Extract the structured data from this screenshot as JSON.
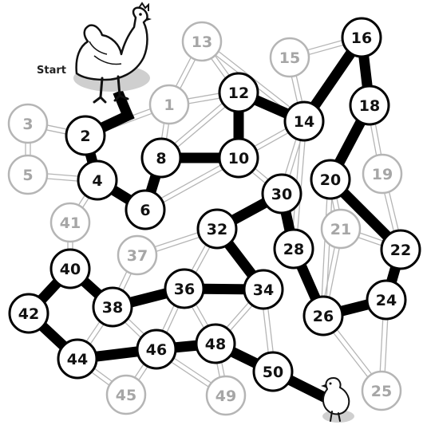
{
  "start_label": "Start",
  "nodes": [
    {
      "id": 1,
      "label": "1",
      "on_path": false
    },
    {
      "id": 2,
      "label": "2",
      "on_path": true
    },
    {
      "id": 3,
      "label": "3",
      "on_path": false
    },
    {
      "id": 4,
      "label": "4",
      "on_path": true
    },
    {
      "id": 5,
      "label": "5",
      "on_path": false
    },
    {
      "id": 6,
      "label": "6",
      "on_path": true
    },
    {
      "id": 8,
      "label": "8",
      "on_path": true
    },
    {
      "id": 10,
      "label": "10",
      "on_path": true
    },
    {
      "id": 12,
      "label": "12",
      "on_path": true
    },
    {
      "id": 13,
      "label": "13",
      "on_path": false
    },
    {
      "id": 14,
      "label": "14",
      "on_path": true
    },
    {
      "id": 15,
      "label": "15",
      "on_path": false
    },
    {
      "id": 16,
      "label": "16",
      "on_path": true
    },
    {
      "id": 18,
      "label": "18",
      "on_path": true
    },
    {
      "id": 19,
      "label": "19",
      "on_path": false
    },
    {
      "id": 20,
      "label": "20",
      "on_path": true
    },
    {
      "id": 21,
      "label": "21",
      "on_path": false
    },
    {
      "id": 22,
      "label": "22",
      "on_path": true
    },
    {
      "id": 24,
      "label": "24",
      "on_path": true
    },
    {
      "id": 25,
      "label": "25",
      "on_path": false
    },
    {
      "id": 26,
      "label": "26",
      "on_path": true
    },
    {
      "id": 28,
      "label": "28",
      "on_path": true
    },
    {
      "id": 30,
      "label": "30",
      "on_path": true
    },
    {
      "id": 32,
      "label": "32",
      "on_path": true
    },
    {
      "id": 34,
      "label": "34",
      "on_path": true
    },
    {
      "id": 36,
      "label": "36",
      "on_path": true
    },
    {
      "id": 37,
      "label": "37",
      "on_path": false
    },
    {
      "id": 38,
      "label": "38",
      "on_path": true
    },
    {
      "id": 40,
      "label": "40",
      "on_path": true
    },
    {
      "id": 41,
      "label": "41",
      "on_path": false
    },
    {
      "id": 42,
      "label": "42",
      "on_path": true
    },
    {
      "id": 44,
      "label": "44",
      "on_path": true
    },
    {
      "id": 45,
      "label": "45",
      "on_path": false
    },
    {
      "id": 46,
      "label": "46",
      "on_path": true
    },
    {
      "id": 48,
      "label": "48",
      "on_path": true
    },
    {
      "id": 49,
      "label": "49",
      "on_path": false
    },
    {
      "id": 50,
      "label": "50",
      "on_path": true
    }
  ],
  "path_edges": [
    [
      2,
      4
    ],
    [
      4,
      6
    ],
    [
      6,
      8
    ],
    [
      8,
      10
    ],
    [
      10,
      12
    ],
    [
      12,
      14
    ],
    [
      14,
      16
    ],
    [
      16,
      18
    ],
    [
      18,
      20
    ],
    [
      20,
      22
    ],
    [
      22,
      24
    ],
    [
      24,
      26
    ],
    [
      26,
      28
    ],
    [
      28,
      30
    ],
    [
      30,
      32
    ],
    [
      32,
      34
    ],
    [
      34,
      36
    ],
    [
      36,
      38
    ],
    [
      38,
      40
    ],
    [
      40,
      42
    ],
    [
      42,
      44
    ],
    [
      44,
      46
    ],
    [
      46,
      48
    ],
    [
      48,
      50
    ]
  ],
  "grey_edges": [
    [
      2,
      3
    ],
    [
      3,
      5
    ],
    [
      4,
      5
    ],
    [
      2,
      1
    ],
    [
      1,
      8
    ],
    [
      1,
      12
    ],
    [
      1,
      13
    ],
    [
      13,
      12
    ],
    [
      13,
      14
    ],
    [
      15,
      14
    ],
    [
      15,
      16
    ],
    [
      8,
      12
    ],
    [
      10,
      14
    ],
    [
      10,
      30
    ],
    [
      6,
      10
    ],
    [
      18,
      19
    ],
    [
      19,
      22
    ],
    [
      20,
      21
    ],
    [
      20,
      26
    ],
    [
      21,
      22
    ],
    [
      21,
      26
    ],
    [
      24,
      25
    ],
    [
      26,
      25
    ],
    [
      28,
      14
    ],
    [
      30,
      14
    ],
    [
      32,
      37
    ],
    [
      32,
      36
    ],
    [
      37,
      38
    ],
    [
      36,
      46
    ],
    [
      36,
      48
    ],
    [
      34,
      50
    ],
    [
      34,
      48
    ],
    [
      38,
      46
    ],
    [
      41,
      40
    ],
    [
      41,
      4
    ],
    [
      44,
      45
    ],
    [
      46,
      45
    ],
    [
      48,
      49
    ],
    [
      46,
      49
    ],
    [
      38,
      44
    ]
  ],
  "colors": {
    "path": "#000000",
    "node_fill": "#ffffff",
    "on_path_text": "#111111",
    "off_path_text": "#a6a6a6",
    "grey_line": "#b5b5b5",
    "shadow": "#cfcfcf"
  },
  "icons": [
    "hen-icon",
    "chick-icon"
  ]
}
